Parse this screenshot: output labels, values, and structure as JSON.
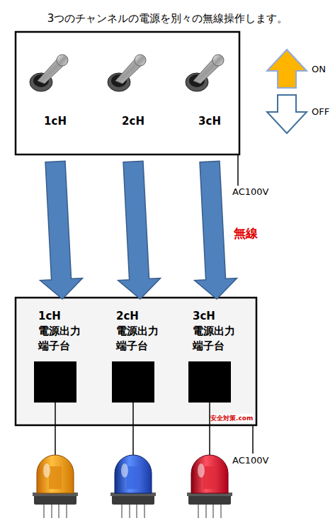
{
  "diagram": {
    "title": "3つのチャンネルの電源を別々の無線操作します。",
    "nodes": [
      {
        "text": [
          "1cH"
        ]
      },
      {
        "text": [
          "2cH"
        ]
      },
      {
        "text": [
          "3cH"
        ]
      },
      {
        "text": [
          "1cH 電源出力 端子台"
        ]
      },
      {
        "text": [
          "2cH 電源出力 端子台"
        ]
      },
      {
        "text": [
          "3cH 電源出力 端子台"
        ]
      }
    ],
    "edges": [
      {
        "from": 0,
        "to": 3,
        "arrow": "to"
      },
      {
        "from": 1,
        "to": 4,
        "arrow": "to"
      },
      {
        "from": 2,
        "to": 5,
        "arrow": "to"
      }
    ],
    "labels": [
      "ON",
      "OFF",
      "AC100V",
      "無線",
      "AC100V",
      "安全対策.com"
    ]
  }
}
